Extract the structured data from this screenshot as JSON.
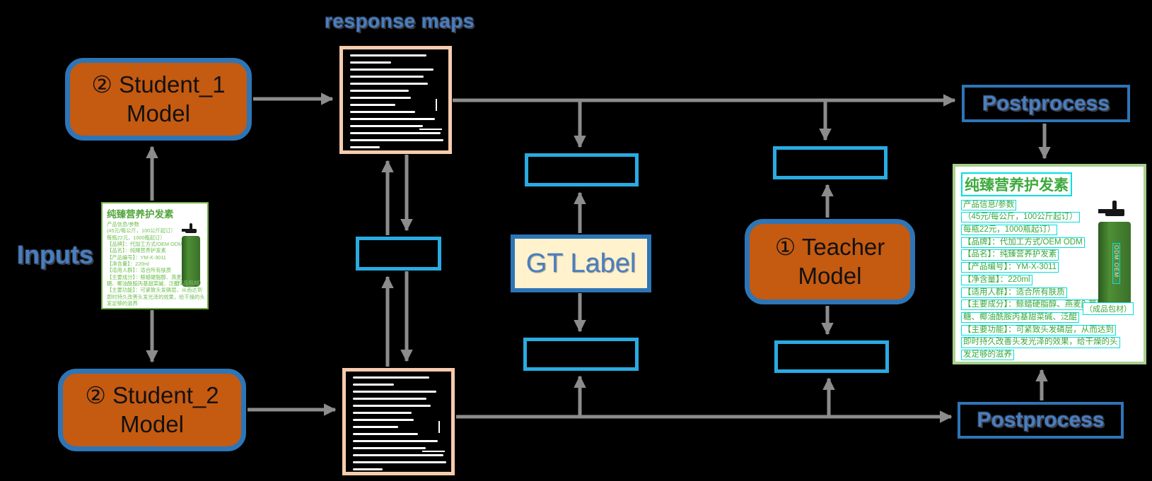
{
  "title": "response maps",
  "inputs_label": "Inputs",
  "nodes": {
    "student1": {
      "line1": "② Student_1",
      "line2": "Model"
    },
    "student2": {
      "line1": "② Student_2",
      "line2": "Model"
    },
    "teacher": {
      "line1": "① Teacher",
      "line2": "Model"
    }
  },
  "gt_label": "GT Label",
  "postprocess_top": "Postprocess",
  "postprocess_bottom": "Postprocess",
  "input_card": {
    "title": "纯臻营养护发素",
    "lines": [
      "产品信息/参数",
      "(45元/每公斤，100公斤起订）",
      "每瓶22元，1000瓶起订）",
      "【品牌】：代加工方式/OEM ODM",
      "【品名】：纯臻营养护发素",
      "【产品编号】：YM-X-3011",
      "【净含量】：220ml",
      "【适用人群】：适合所有肤质",
      "【主要成分】：鲸蜡硬脂醇、燕麦β-葡聚",
      "糖、椰油酰胺丙基甜菜碱、泛醌",
      "【主要功能】：可紧致头发磷层，从而达到",
      "即时持久改善头发光泽的效果，给干燥的头",
      "发足够的滋养"
    ],
    "bottle_caption": "（成品包材）"
  },
  "output_card": {
    "title": "纯臻营养护发素",
    "lines": [
      "产品信息/参数",
      "（45元/每公斤，100公斤起订）",
      "每瓶22元，1000瓶起订）",
      "【品牌】：代加工方式/OEM ODM",
      "【品名】：纯臻营养护发素",
      "【产品编号】：YM-X-3011",
      "【净含量】：220ml",
      "【适用人群】：适合所有肤质",
      "【主要成分】：鲸蜡硬脂醇、燕麦β-葡聚",
      "糖、椰油酰胺丙基甜菜碱、泛醌",
      "【主要功能】：可紧致头发磷层，从而达到",
      "即时持久改善头发光泽的效果，给干燥的头",
      "发足够的滋养"
    ],
    "bottle_label": "ODM OEM",
    "bottle_caption": "（成品包材）"
  },
  "response_map": {
    "line_widths_pct": [
      78,
      42,
      85,
      75,
      79,
      60,
      62,
      46,
      66,
      86,
      74,
      92,
      95,
      30
    ]
  },
  "colors": {
    "background": "#000000",
    "node_fill": "#C55A11",
    "node_border": "#2E75B6",
    "loss_box_border": "#29ABE2",
    "map_border": "#F8CBAD",
    "gt_fill": "#FFF2CC",
    "display_text_blue": "#4A7EBD",
    "arrow_gray": "#8C8C8C",
    "card_green": "#53A63B",
    "highlight_cyan": "#00E0E0"
  }
}
